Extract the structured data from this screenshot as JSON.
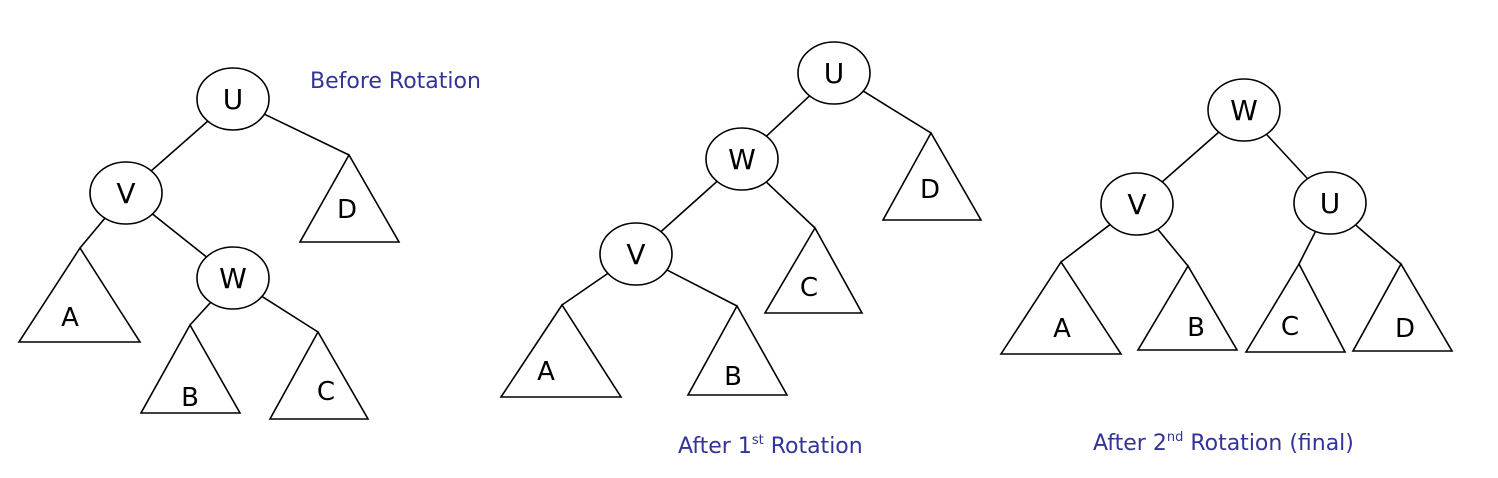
{
  "captions": {
    "before": "Before Rotation",
    "first": {
      "prefix": "After 1",
      "sup": "st",
      "suffix": " Rotation"
    },
    "second": {
      "prefix": "After 2",
      "sup": "nd",
      "suffix": " Rotation (final)"
    }
  },
  "colors": {
    "caption": "#33339a",
    "stroke": "#000000",
    "fill": "#ffffff"
  },
  "trees": [
    {
      "id": "before",
      "nodes": [
        {
          "id": "u",
          "label": "U",
          "kind": "node"
        },
        {
          "id": "v",
          "label": "V",
          "kind": "node"
        },
        {
          "id": "w",
          "label": "W",
          "kind": "node"
        },
        {
          "id": "a",
          "label": "A",
          "kind": "subtree"
        },
        {
          "id": "b",
          "label": "B",
          "kind": "subtree"
        },
        {
          "id": "c",
          "label": "C",
          "kind": "subtree"
        },
        {
          "id": "d",
          "label": "D",
          "kind": "subtree"
        }
      ],
      "edges": [
        [
          "u",
          "v"
        ],
        [
          "u",
          "d"
        ],
        [
          "v",
          "a"
        ],
        [
          "v",
          "w"
        ],
        [
          "w",
          "b"
        ],
        [
          "w",
          "c"
        ]
      ]
    },
    {
      "id": "after-first",
      "nodes": [
        {
          "id": "u",
          "label": "U",
          "kind": "node"
        },
        {
          "id": "w",
          "label": "W",
          "kind": "node"
        },
        {
          "id": "v",
          "label": "V",
          "kind": "node"
        },
        {
          "id": "a",
          "label": "A",
          "kind": "subtree"
        },
        {
          "id": "b",
          "label": "B",
          "kind": "subtree"
        },
        {
          "id": "c",
          "label": "C",
          "kind": "subtree"
        },
        {
          "id": "d",
          "label": "D",
          "kind": "subtree"
        }
      ],
      "edges": [
        [
          "u",
          "w"
        ],
        [
          "u",
          "d"
        ],
        [
          "w",
          "v"
        ],
        [
          "w",
          "c"
        ],
        [
          "v",
          "a"
        ],
        [
          "v",
          "b"
        ]
      ]
    },
    {
      "id": "after-second",
      "nodes": [
        {
          "id": "w",
          "label": "W",
          "kind": "node"
        },
        {
          "id": "v",
          "label": "V",
          "kind": "node"
        },
        {
          "id": "u",
          "label": "U",
          "kind": "node"
        },
        {
          "id": "a",
          "label": "A",
          "kind": "subtree"
        },
        {
          "id": "b",
          "label": "B",
          "kind": "subtree"
        },
        {
          "id": "c",
          "label": "C",
          "kind": "subtree"
        },
        {
          "id": "d",
          "label": "D",
          "kind": "subtree"
        }
      ],
      "edges": [
        [
          "w",
          "v"
        ],
        [
          "w",
          "u"
        ],
        [
          "v",
          "a"
        ],
        [
          "v",
          "b"
        ],
        [
          "u",
          "c"
        ],
        [
          "u",
          "d"
        ]
      ]
    }
  ]
}
